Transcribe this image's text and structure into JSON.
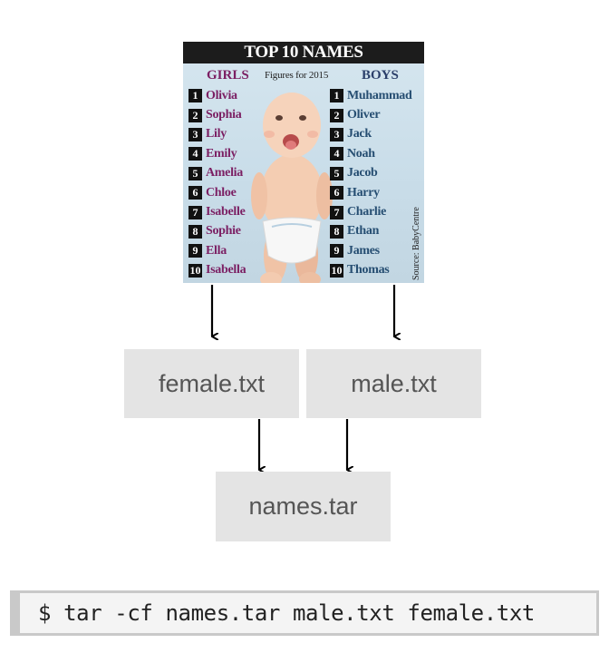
{
  "infographic": {
    "title": "TOP 10 NAMES",
    "girls_heading": "GIRLS",
    "boys_heading": "BOYS",
    "subtitle": "Figures for 2015",
    "source": "Source: BabyCentre",
    "girls": [
      {
        "rank": "1",
        "name": "Olivia"
      },
      {
        "rank": "2",
        "name": "Sophia"
      },
      {
        "rank": "3",
        "name": "Lily"
      },
      {
        "rank": "4",
        "name": "Emily"
      },
      {
        "rank": "5",
        "name": "Amelia"
      },
      {
        "rank": "6",
        "name": "Chloe"
      },
      {
        "rank": "7",
        "name": "Isabelle"
      },
      {
        "rank": "8",
        "name": "Sophie"
      },
      {
        "rank": "9",
        "name": "Ella"
      },
      {
        "rank": "10",
        "name": "Isabella"
      }
    ],
    "boys": [
      {
        "rank": "1",
        "name": "Muhammad"
      },
      {
        "rank": "2",
        "name": "Oliver"
      },
      {
        "rank": "3",
        "name": "Jack"
      },
      {
        "rank": "4",
        "name": "Noah"
      },
      {
        "rank": "5",
        "name": "Jacob"
      },
      {
        "rank": "6",
        "name": "Harry"
      },
      {
        "rank": "7",
        "name": "Charlie"
      },
      {
        "rank": "8",
        "name": "Ethan"
      },
      {
        "rank": "9",
        "name": "James"
      },
      {
        "rank": "10",
        "name": "Thomas"
      }
    ],
    "colors": {
      "girls": "#7b1f63",
      "boys": "#264e72",
      "header_bg": "#1c1c1c"
    }
  },
  "files": {
    "female": "female.txt",
    "male": "male.txt",
    "archive": "names.tar"
  },
  "command": "$ tar -cf names.tar male.txt female.txt"
}
